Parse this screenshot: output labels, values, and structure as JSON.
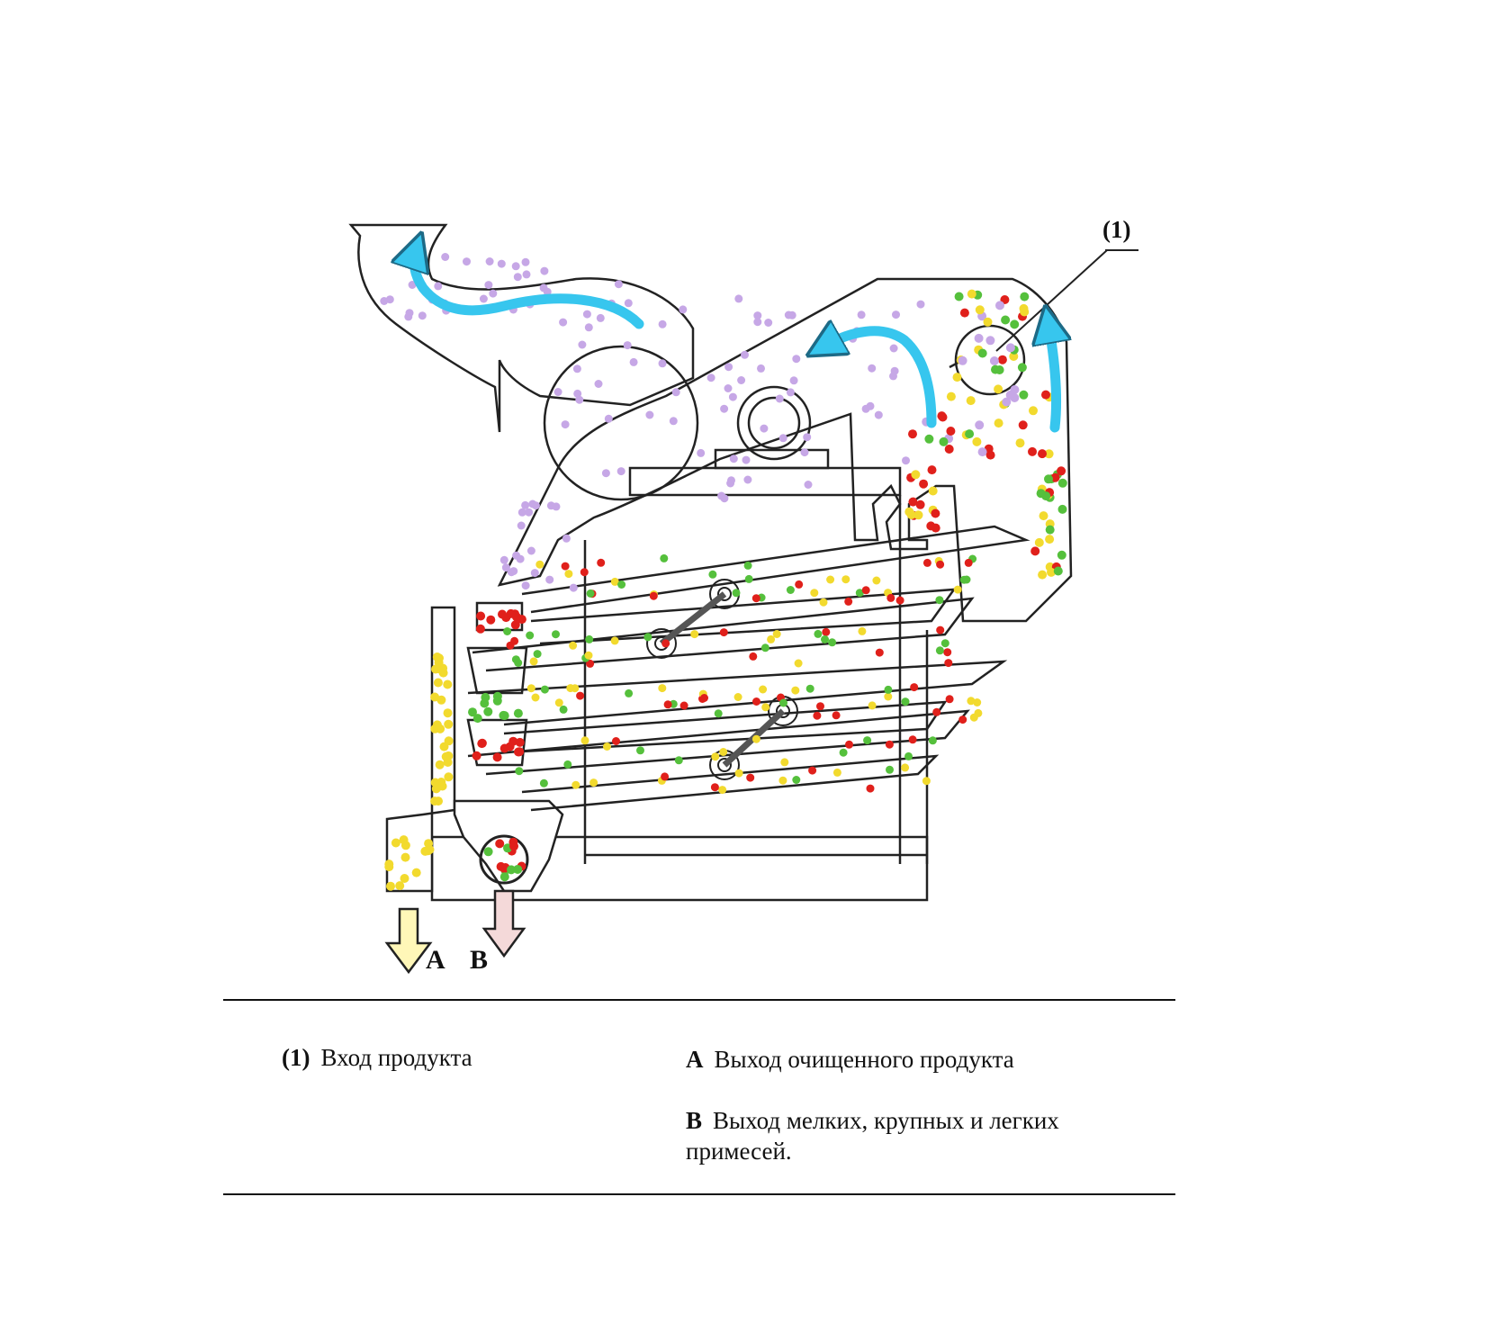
{
  "callout_label": "(1)",
  "outlets": {
    "a": "A",
    "b": "B"
  },
  "legend": {
    "inlet": {
      "key": "(1)",
      "text": "Вход продукта"
    },
    "outlet_a": {
      "key": "A",
      "text": "Выход очищенного продукта"
    },
    "outlet_b": {
      "key": "B",
      "text_line1": "Выход мелких, крупных и легких",
      "text_line2": "примесей."
    }
  },
  "colors": {
    "air_flow": "#37c6ee",
    "light_impurities": "#c6a7e6",
    "clean_grain": "#f2da2e",
    "coarse_impurities": "#e0201b",
    "fine_impurities": "#55c03c",
    "structure": "#222222"
  }
}
